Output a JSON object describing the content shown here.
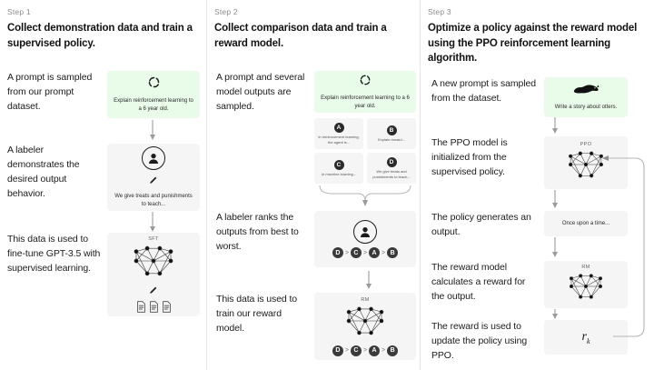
{
  "colors": {
    "prompt_card_bg": "#e9fbe9",
    "card_bg": "#f5f5f5",
    "text": "#1a1a1a",
    "muted": "#8a8a8a",
    "divider": "#e4e4e4"
  },
  "columns": [
    {
      "step_label": "Step 1",
      "title": "Collect demonstration data and train a supervised policy.",
      "rows": [
        {
          "caption": "A prompt is sampled from our prompt dataset.",
          "card": {
            "kind": "prompt",
            "icon": "recycle-arrows-icon",
            "text": "Explain reinforcement learning to a 6 year old."
          }
        },
        {
          "caption": "A labeler demonstrates the desired output behavior.",
          "card": {
            "kind": "labeler",
            "icon": "person-icon",
            "pencil": "pencil-icon",
            "text": "We give treats and punishments to teach..."
          }
        },
        {
          "caption": "This data is used to fine-tune GPT-3.5 with supervised learning.",
          "card": {
            "kind": "model",
            "label": "SFT",
            "icon": "neural-network-icon",
            "pencil": "pencil-icon",
            "docs": "documents-icon"
          }
        }
      ]
    },
    {
      "step_label": "Step 2",
      "title": "Collect comparison data and train a reward model.",
      "rows": [
        {
          "caption": "A prompt and several model outputs are sampled.",
          "card": {
            "kind": "prompt",
            "icon": "recycle-arrows-icon",
            "text": "Explain reinforcement learning to a 6 year old."
          },
          "options": [
            {
              "badge": "A",
              "text": "In reinforcement learning, the agent is..."
            },
            {
              "badge": "B",
              "text": "Explain reward..."
            },
            {
              "badge": "C",
              "text": "In machine learning..."
            },
            {
              "badge": "D",
              "text": "We give treats and punishments to teach..."
            }
          ]
        },
        {
          "caption": "A labeler ranks the outputs from best to worst.",
          "card": {
            "kind": "ranker",
            "icon": "person-icon",
            "ranking": [
              "D",
              "C",
              "A",
              "B"
            ],
            "separator": ">"
          }
        },
        {
          "caption": "This data is used to train our reward model.",
          "card": {
            "kind": "model",
            "label": "RM",
            "icon": "neural-network-icon",
            "ranking": [
              "D",
              "C",
              "A",
              "B"
            ],
            "separator": ">"
          }
        }
      ]
    },
    {
      "step_label": "Step 3",
      "title": "Optimize a policy against the reward model using the PPO reinforcement learning algorithm.",
      "rows": [
        {
          "caption": "A new prompt is sampled from the dataset.",
          "card": {
            "kind": "prompt",
            "icon": "otter-icon",
            "text": "Write a story about otters."
          }
        },
        {
          "caption": "The PPO model is initialized from the supervised policy.",
          "card": {
            "kind": "model",
            "label": "PPO",
            "icon": "neural-network-icon"
          }
        },
        {
          "caption": "The policy generates an output.",
          "card": {
            "kind": "output",
            "text": "Once upon a time..."
          }
        },
        {
          "caption": "The reward model calculates a reward for the output.",
          "card": {
            "kind": "model",
            "label": "RM",
            "icon": "neural-network-icon"
          }
        },
        {
          "caption": "The reward is used to update the policy using PPO.",
          "card": {
            "kind": "reward",
            "symbol": "r",
            "subscript": "k"
          }
        }
      ],
      "feedback_loop": "feedback-arrow"
    }
  ]
}
